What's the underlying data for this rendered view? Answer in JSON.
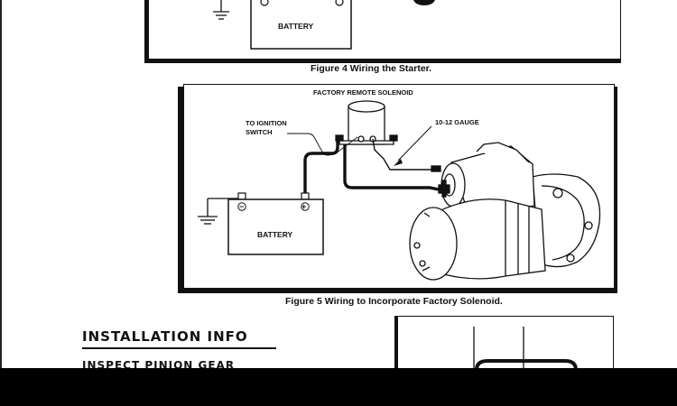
{
  "figure4": {
    "caption": "Figure 4 Wiring the Starter.",
    "battery_label": "BATTERY"
  },
  "figure5": {
    "caption": "Figure 5 Wiring to Incorporate Factory Solenoid.",
    "solenoid_label": "FACTORY REMOTE SOLENOID",
    "ignition_label_line1": "TO IGNITION",
    "ignition_label_line2": "SWITCH",
    "gauge_label": "10-12 GAUGE",
    "battery_label": "BATTERY",
    "negative_symbol": "−",
    "positive_symbol": "+"
  },
  "section": {
    "heading": "INSTALLATION INFO",
    "subheading": "INSPECT PINION GEAR"
  }
}
